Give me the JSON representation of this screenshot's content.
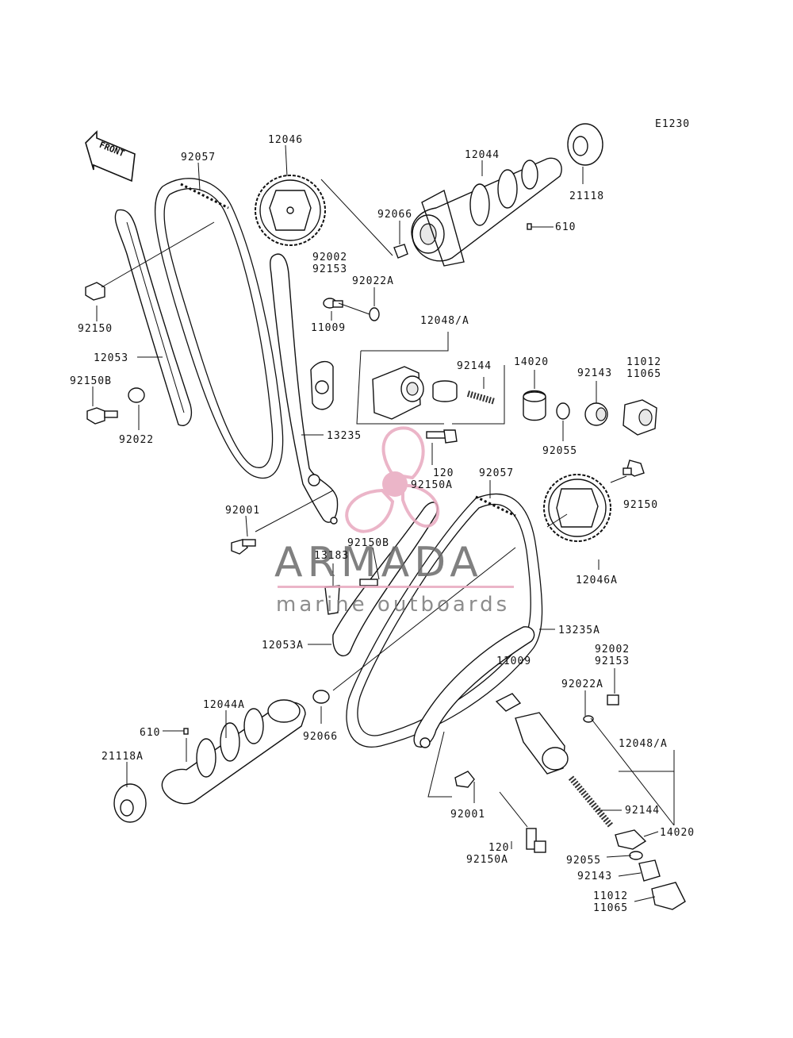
{
  "diagram": {
    "code": "E1230",
    "front_label": "FRONT",
    "watermark": {
      "brand": "ARMADA",
      "tagline": "marine outboards",
      "accent": "#e8a9bf"
    },
    "labels": [
      {
        "id": "l-92057-top",
        "text": "92057"
      },
      {
        "id": "l-12046",
        "text": "12046"
      },
      {
        "id": "l-12044",
        "text": "12044"
      },
      {
        "id": "l-21118",
        "text": "21118"
      },
      {
        "id": "l-610-top",
        "text": "610"
      },
      {
        "id": "l-92066-top",
        "text": "92066"
      },
      {
        "id": "l-92002-top",
        "text": "92002"
      },
      {
        "id": "l-92153-top",
        "text": "92153"
      },
      {
        "id": "l-92022A-top",
        "text": "92022A"
      },
      {
        "id": "l-11009-top",
        "text": "11009"
      },
      {
        "id": "l-92150-left",
        "text": "92150"
      },
      {
        "id": "l-12053",
        "text": "12053"
      },
      {
        "id": "l-92150B-left",
        "text": "92150B"
      },
      {
        "id": "l-92022",
        "text": "92022"
      },
      {
        "id": "l-12048A-top",
        "text": "12048/A"
      },
      {
        "id": "l-92144-top",
        "text": "92144"
      },
      {
        "id": "l-14020-top",
        "text": "14020"
      },
      {
        "id": "l-92143-top",
        "text": "92143"
      },
      {
        "id": "l-11012-top",
        "text": "11012"
      },
      {
        "id": "l-11065-top",
        "text": "11065"
      },
      {
        "id": "l-92055-top",
        "text": "92055"
      },
      {
        "id": "l-13235",
        "text": "13235"
      },
      {
        "id": "l-120-top",
        "text": "120"
      },
      {
        "id": "l-92150A-top",
        "text": "92150A"
      },
      {
        "id": "l-92057-mid",
        "text": "92057"
      },
      {
        "id": "l-92150-right",
        "text": "92150"
      },
      {
        "id": "l-92001-top",
        "text": "92001"
      },
      {
        "id": "l-92150B-mid",
        "text": "92150B"
      },
      {
        "id": "l-13183",
        "text": "13183"
      },
      {
        "id": "l-12046A",
        "text": "12046A"
      },
      {
        "id": "l-13235A",
        "text": "13235A"
      },
      {
        "id": "l-12053A",
        "text": "12053A"
      },
      {
        "id": "l-11009-bot",
        "text": "11009"
      },
      {
        "id": "l-92002-bot",
        "text": "92002"
      },
      {
        "id": "l-92153-bot",
        "text": "92153"
      },
      {
        "id": "l-92022A-bot",
        "text": "92022A"
      },
      {
        "id": "l-12044A",
        "text": "12044A"
      },
      {
        "id": "l-92066-bot",
        "text": "92066"
      },
      {
        "id": "l-610-bot",
        "text": "610"
      },
      {
        "id": "l-21118A",
        "text": "21118A"
      },
      {
        "id": "l-12048A-bot",
        "text": "12048/A"
      },
      {
        "id": "l-92144-bot",
        "text": "92144"
      },
      {
        "id": "l-92001-bot",
        "text": "92001"
      },
      {
        "id": "l-14020-bot",
        "text": "14020"
      },
      {
        "id": "l-120-bot",
        "text": "120"
      },
      {
        "id": "l-92150A-bot",
        "text": "92150A"
      },
      {
        "id": "l-92055-bot",
        "text": "92055"
      },
      {
        "id": "l-92143-bot",
        "text": "92143"
      },
      {
        "id": "l-11012-bot",
        "text": "11012"
      },
      {
        "id": "l-11065-bot",
        "text": "11065"
      }
    ]
  }
}
